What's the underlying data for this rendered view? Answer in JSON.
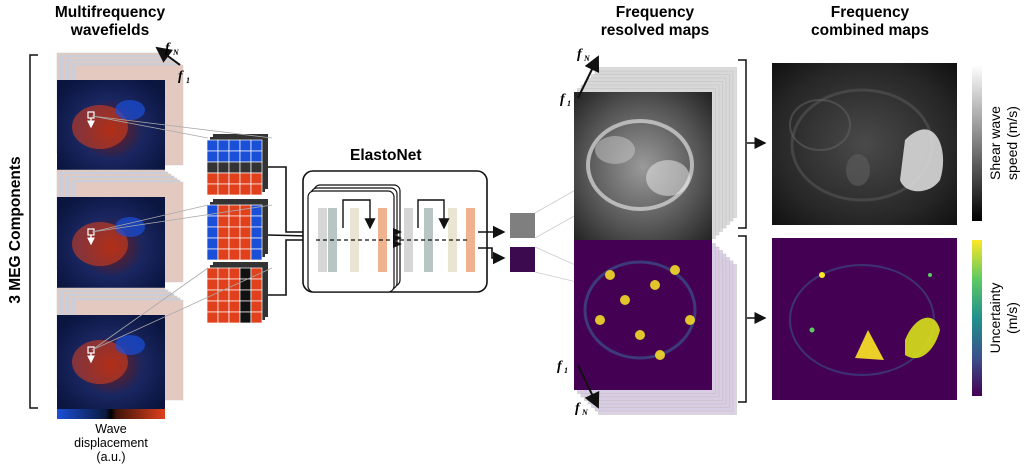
{
  "headers": {
    "wavefields": [
      "Multifrequency",
      "wavefields"
    ],
    "resolved": [
      "Frequency",
      "resolved maps"
    ],
    "combined": [
      "Frequency",
      "combined maps"
    ]
  },
  "side_label": "3 MEG Components",
  "network_label": "ElastoNet",
  "freq_labels": {
    "first": "f",
    "first_sub": "1",
    "last": "f",
    "last_sub": "N"
  },
  "colorbar_wave_label": [
    "Wave",
    "displacement",
    "(a.u.)"
  ],
  "colorbar_speed_label": [
    "Shear wave",
    "speed (m/s)"
  ],
  "colorbar_uncert_label": [
    "Uncertainty",
    "(m/s)"
  ],
  "colors": {
    "wave_neg": "#1a4fd8",
    "wave_pos": "#e0401c",
    "mean_box": "#7f7f7f",
    "uncert_box": "#3b0a4f",
    "viridis_low": "#440154",
    "viridis_high": "#fde725"
  },
  "network_layer_colors": [
    "#d6d6d6",
    "#b7c6c4",
    "#e9e5d2",
    "#f1c9b4",
    "#f0b38f"
  ]
}
